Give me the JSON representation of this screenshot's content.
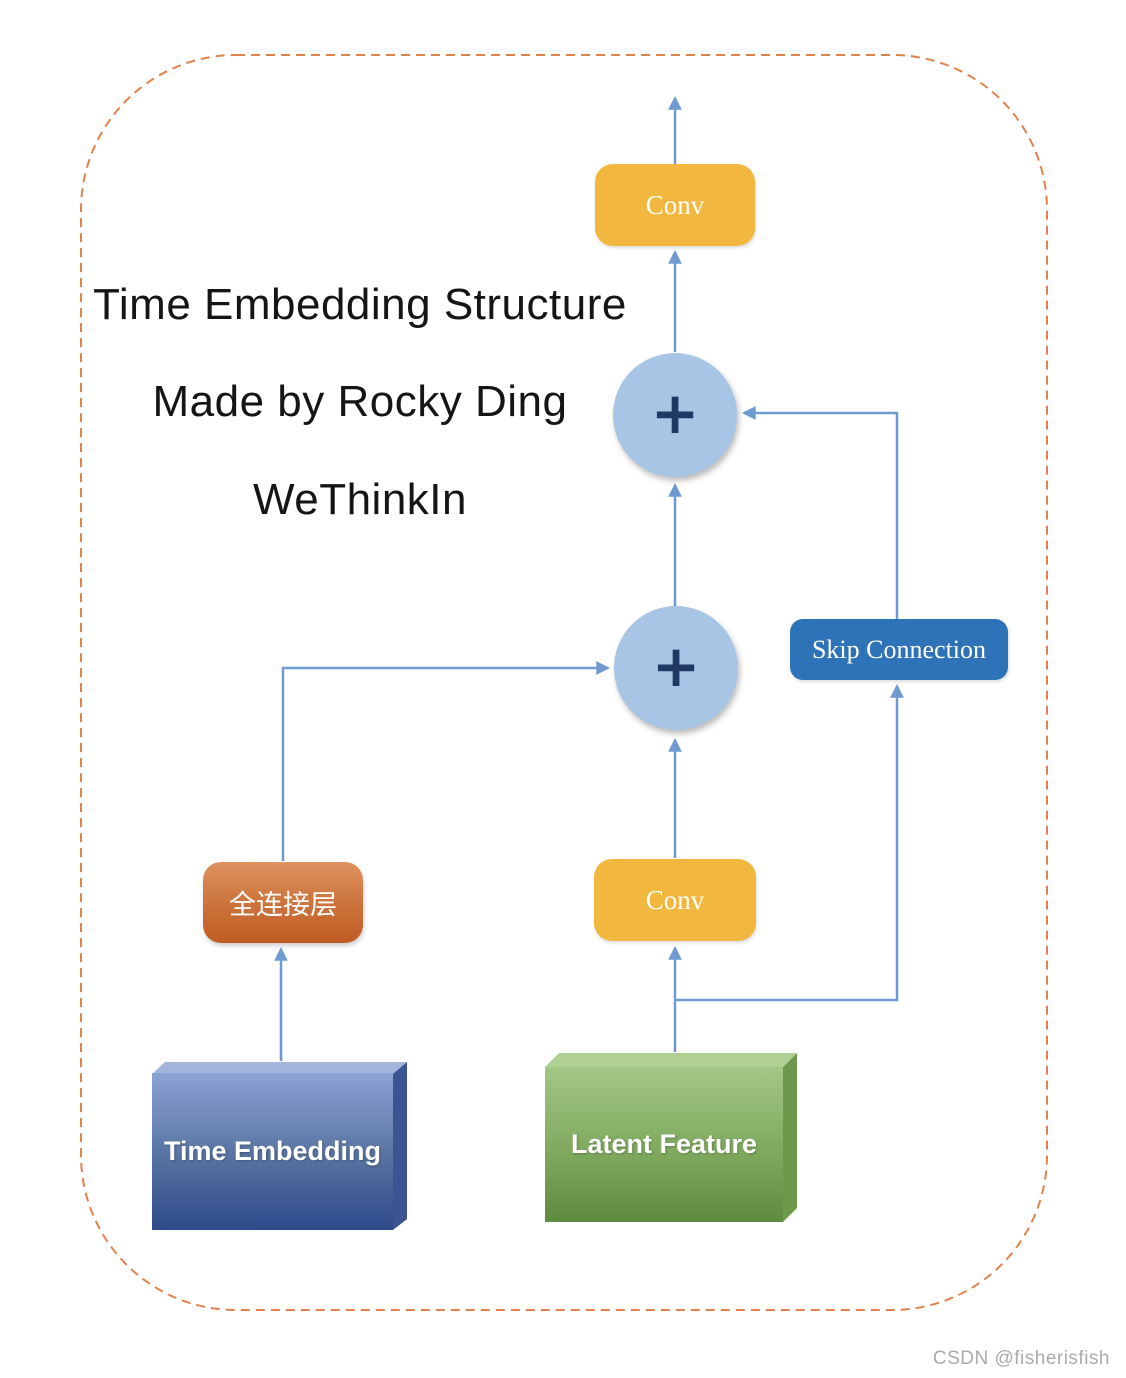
{
  "title": {
    "line1": "Time Embedding Structure",
    "line2": "Made by Rocky Ding",
    "line3": "WeThinkIn"
  },
  "nodes": {
    "conv_top": "Conv",
    "add_top": "+",
    "skip_connection": "Skip Connection",
    "add_mid": "+",
    "fc_layer": "全连接层",
    "conv_mid": "Conv",
    "time_embedding": "Time Embedding",
    "latent_feature": "Latent Feature"
  },
  "colors": {
    "conv_yellow": "#F2B73E",
    "add_circle_blue": "#A8C5E5",
    "plus_navy": "#1F3864",
    "skip_blue": "#2E72B8",
    "fc_orange": "#C9682F",
    "time_embedding_blue": "#2E4A8C",
    "latent_green": "#5E8B3D",
    "arrow_blue": "#6F9AD0",
    "dashed_border_orange": "#E0824C"
  },
  "watermark": "CSDN @fisherisfish"
}
